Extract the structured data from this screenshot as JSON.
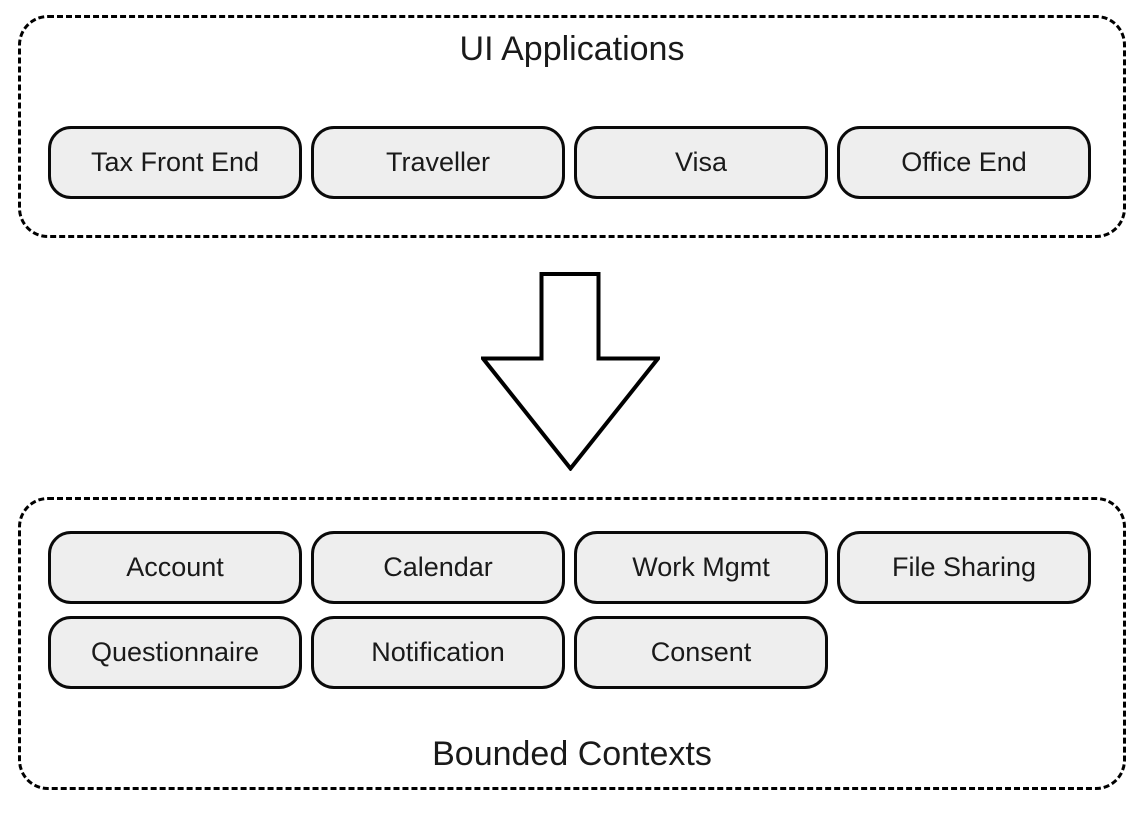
{
  "diagram": {
    "background_color": "#ffffff",
    "node_fill_color": "#eeeeee",
    "line_color": "#000000",
    "top_group": {
      "title": "UI Applications",
      "items": [
        "Tax Front End",
        "Traveller",
        "Visa",
        "Office End"
      ]
    },
    "arrow": {
      "direction": "down",
      "style": "hollow-block-arrow"
    },
    "bottom_group": {
      "title": "Bounded Contexts",
      "items": [
        "Account",
        "Calendar",
        "Work Mgmt",
        "File Sharing",
        "Questionnaire",
        "Notification",
        "Consent"
      ]
    }
  }
}
